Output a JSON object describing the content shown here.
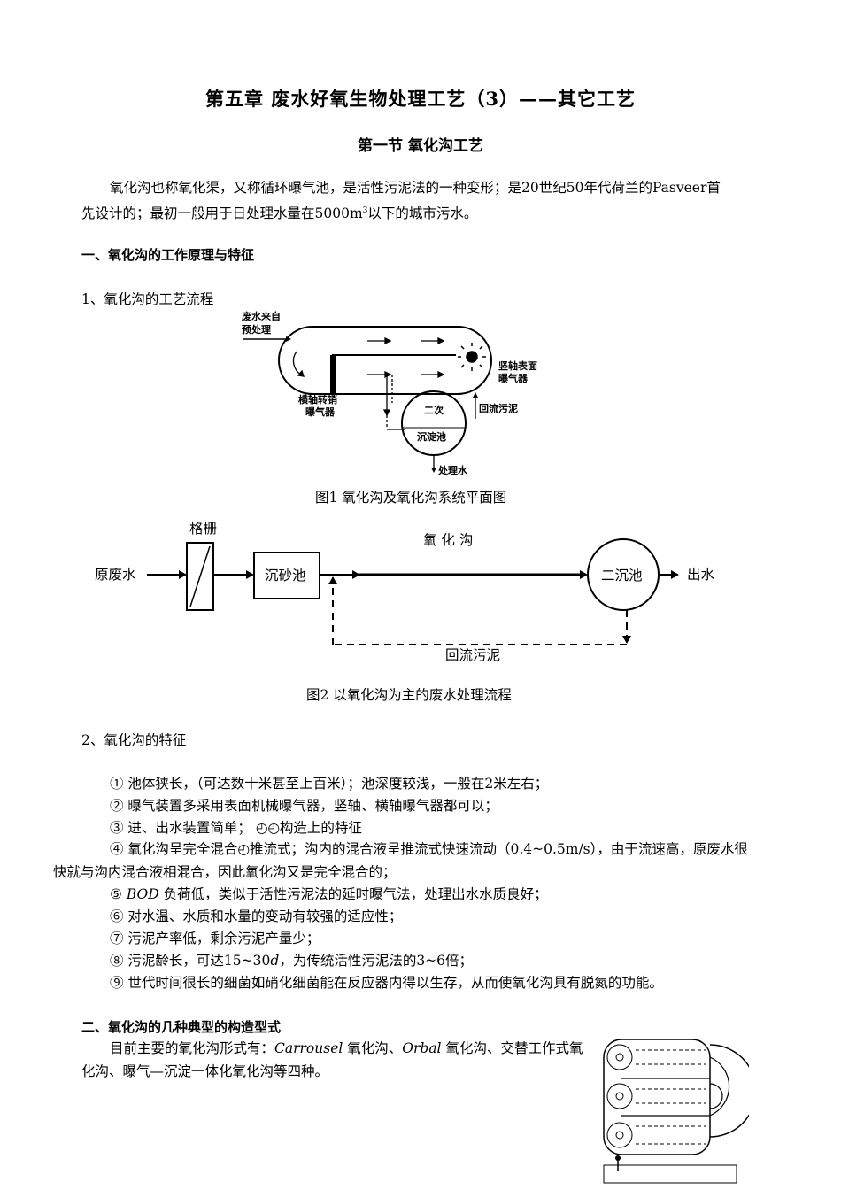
{
  "doc": {
    "title": "第五章  废水好氧生物处理工艺（3）——其它工艺",
    "section1": "第一节  氧化沟工艺",
    "intro_line1": "氧化沟也称氧化渠，又称循环曝气池，是活性污泥法的一种变形；是20世纪50年代荷兰的Pasveer首",
    "intro_line2_pre": "先设计的；最初一般用于日处理水量在5000m",
    "intro_sup": "3",
    "intro_line2_post": "以下的城市污水。",
    "heading1": "一、氧化沟的工作原理与特征",
    "sub1": "1、氧化沟的工艺流程",
    "fig1": {
      "inflow_l1": "废水来自",
      "inflow_l2": "预处理",
      "vertical_l1": "竖轴表面",
      "vertical_l2": "曝气器",
      "horizontal_l1": "横轴转销",
      "horizontal_l2": "曝气器",
      "clarifier_l1": "二次",
      "clarifier_l2": "沉淀池",
      "return": "回流污泥",
      "outflow": "处理水",
      "caption": "图1   氧化沟及氧化沟系统平面图"
    },
    "fig2": {
      "screen": "格栅",
      "raw": "原废水",
      "grit": "沉砂池",
      "ditch": "氧    化    沟",
      "secondary": "二沉池",
      "out": "出水",
      "return": "回流污泥",
      "caption": "图2   以氧化沟为主的废水处理流程"
    },
    "sub2": "2、氧化沟的特征",
    "features": {
      "f1": "① 池体狭长，（可达数十米甚至上百米）；池深度较浅，一般在2米左右；",
      "f2": "② 曝气装置多采用表面机械曝气器，竖轴、横轴曝气器都可以；",
      "f3": "③ 进、出水装置简单；     ◴◴构造上的特征",
      "f4_l1": "④ 氧化沟呈完全混合◴推流式；沟内的混合液呈推流式快速流动（0.4~0.5m/s），由于流速高，原废水很",
      "f4_l2": "快就与沟内混合液相混合，因此氧化沟又是完全混合的；",
      "f5_num": "⑤ ",
      "f5_bod": "BOD",
      "f5_rest": " 负荷低，类似于活性污泥法的延时曝气法，处理出水水质良好；",
      "f6": "⑥ 对水温、水质和水量的变动有较强的适应性；",
      "f7": "⑦ 污泥产率低，剩余污泥产量少；",
      "f8_pre": "⑧ 污泥龄长，可达15~30",
      "f8_d": "d",
      "f8_post": "，为传统活性污泥法的3~6倍；",
      "f9": "⑨ 世代时间很长的细菌如硝化细菌能在反应器内得以生存，从而使氧化沟具有脱氮的功能。"
    },
    "heading2": "二、氧化沟的几种典型的构造型式",
    "types_pre": "目前主要的氧化沟形式有：",
    "types_carrousel": "Carrousel",
    "types_mid1": " 氧化沟、",
    "types_orbal": "Orbal",
    "types_mid2": " 氧化沟、交替工作式氧",
    "types_line2": "化沟、曝气—沉淀一体化氧化沟等四种。"
  }
}
